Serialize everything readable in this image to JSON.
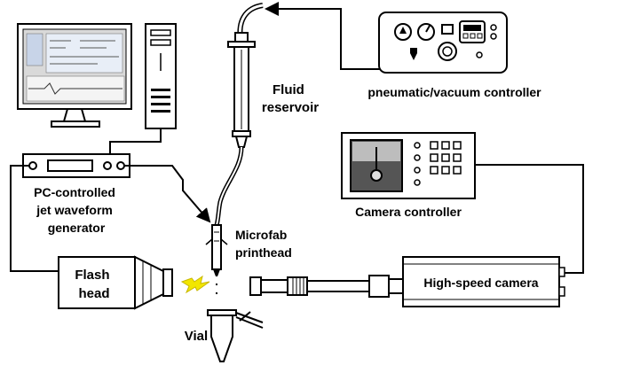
{
  "labels": {
    "fluid_reservoir": [
      "Fluid",
      "reservoir"
    ],
    "pneumatic": "pneumatic/vacuum controller",
    "pc_generator": [
      "PC-controlled",
      "jet waveform",
      "generator"
    ],
    "camera_controller": "Camera controller",
    "printhead": [
      "Microfab",
      "printhead"
    ],
    "flash_head": [
      "Flash",
      "head"
    ],
    "high_speed_camera": "High-speed camera",
    "vial": "Vial"
  },
  "colors": {
    "line": "#000000",
    "screen_bg": "#d9d9d9",
    "screen_panel": "#e8eef7",
    "flash": "#f2e600",
    "camera_view_dark": "#555555"
  },
  "icons": {
    "computer": "monitor-and-tower",
    "syringe": "syringe-reservoir",
    "controller": "pneumatic-controller-box",
    "waveform": "function-generator-box",
    "cam_ctrl": "camera-controller-box",
    "flash": "flash-lamp",
    "camera": "high-speed-camera",
    "vial": "eppendorf-tube"
  }
}
